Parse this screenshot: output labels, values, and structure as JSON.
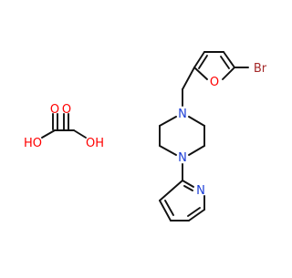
{
  "title": "",
  "colors": {
    "bond": "#111111",
    "oxygen": "#ff0000",
    "nitrogen": "#1a3cd6",
    "bromine": "#a52a2a"
  },
  "molecule": {
    "atom_labels": {
      "furan_o": "O",
      "bromine": "Br",
      "piperazine_n1": "N",
      "piperazine_n4": "N",
      "pyridine_n": "N"
    }
  },
  "oxalic_acid": {
    "atom_labels": {
      "carbonyl_o_left": "O",
      "carbonyl_o_right": "O",
      "hydroxyl_left": "HO",
      "hydroxyl_right": "OH"
    }
  }
}
